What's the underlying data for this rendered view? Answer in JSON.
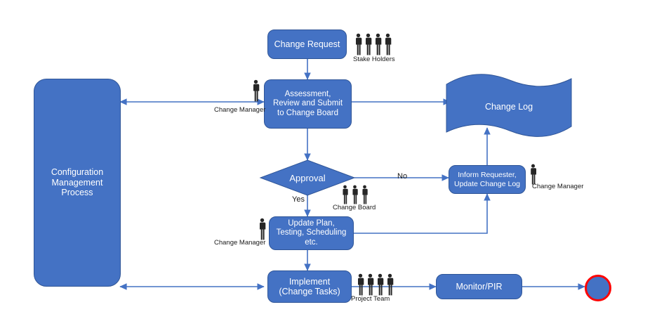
{
  "diagram": {
    "title": "Change Management Process Flowchart",
    "colors": {
      "node_fill": "#4472C4",
      "node_stroke": "#2F5597",
      "connector": "#4472C4",
      "end_node_ring": "#FF0000",
      "text_on_node": "#FFFFFF",
      "text_label": "#191919",
      "background": "#FFFFFF"
    },
    "nodes": {
      "configuration_management_process": {
        "label": "Configuration\nManagement\nProcess",
        "shape": "rounded-rectangle"
      },
      "change_request": {
        "label": "Change Request",
        "shape": "rounded-rectangle"
      },
      "assessment": {
        "label": "Assessment,\nReview and Submit\nto Change Board",
        "shape": "rounded-rectangle"
      },
      "change_log": {
        "label": "Change Log",
        "shape": "wavy-document"
      },
      "approval": {
        "label": "Approval",
        "shape": "diamond"
      },
      "inform_requester": {
        "label": "Inform Requester,\nUpdate Change Log",
        "shape": "rounded-rectangle"
      },
      "update_plan": {
        "label": "Update Plan,\nTesting, Scheduling\netc.",
        "shape": "rounded-rectangle"
      },
      "implement": {
        "label": "Implement\n(Change Tasks)",
        "shape": "rounded-rectangle"
      },
      "monitor_pir": {
        "label": "Monitor/PIR",
        "shape": "rounded-rectangle"
      },
      "end_node": {
        "label": "",
        "shape": "circle"
      }
    },
    "role_labels": {
      "stake_holders": "Stake Holders",
      "change_manager_assessment": "Change Manager",
      "change_manager_inform": "Change Manager",
      "change_manager_update_plan": "Change Manager",
      "change_board": "Change Board",
      "project_team": "Project Team"
    },
    "role_counts": {
      "stake_holders": 4,
      "change_manager_assessment": 1,
      "change_manager_inform": 1,
      "change_manager_update_plan": 1,
      "change_board": 3,
      "project_team": 4
    },
    "edge_labels": {
      "yes": "Yes",
      "no": "No"
    },
    "icons": {
      "person": "person-icon"
    }
  }
}
